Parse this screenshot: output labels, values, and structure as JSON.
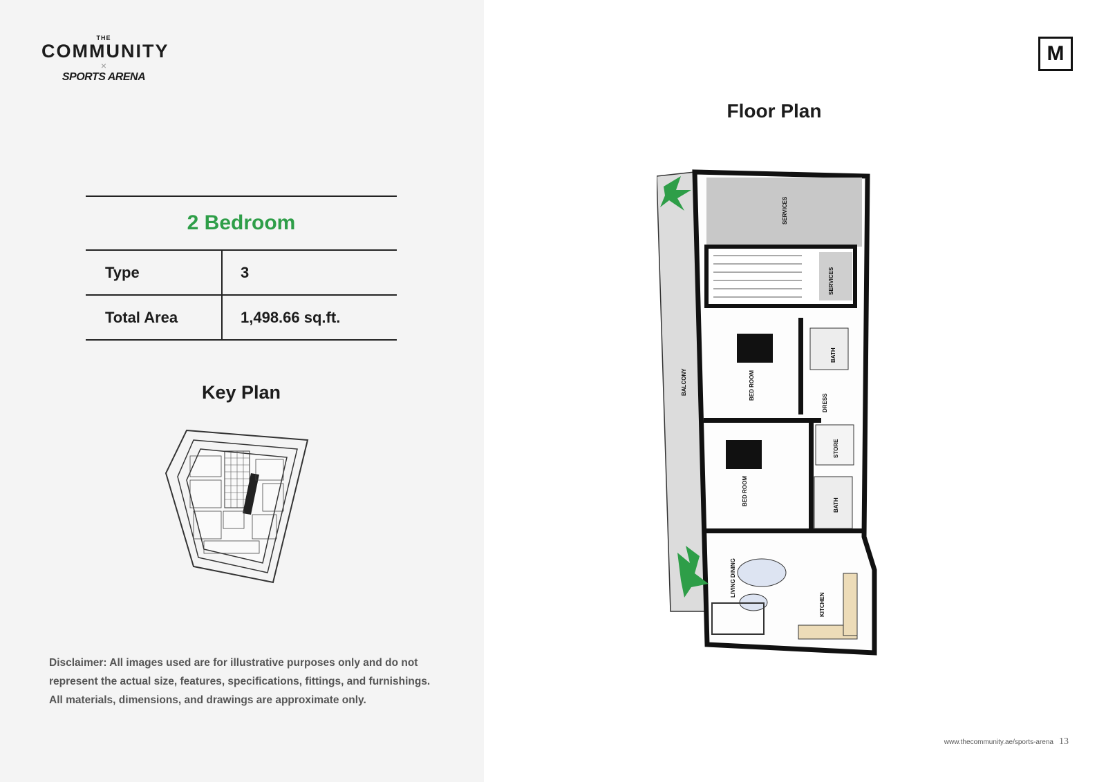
{
  "logo": {
    "the": "THE",
    "community": "COMMUNITY",
    "times": "×",
    "sports": "SPORTS ARENA"
  },
  "unit": {
    "title": "2 Bedroom",
    "rows": [
      {
        "label": "Type",
        "value": "3"
      },
      {
        "label": "Total Area",
        "value": "1,498.66 sq.ft."
      }
    ]
  },
  "key_plan": {
    "title": "Key Plan"
  },
  "floor_plan": {
    "title": "Floor Plan",
    "rooms": [
      "SERVICES",
      "SERVICES",
      "BED ROOM",
      "BATH",
      "DRESS",
      "STORE",
      "BED ROOM",
      "BATH",
      "LIVING DINING",
      "KITCHEN",
      "BALCONY"
    ]
  },
  "disclaimer": {
    "lines": [
      "Disclaimer: All images used are for illustrative purposes only and do not",
      "represent the actual size, features, specifications, fittings, and furnishings.",
      "All materials, dimensions, and drawings are approximate only."
    ]
  },
  "footer": {
    "url": "www.thecommunity.ae/sports-arena",
    "page": "13"
  },
  "brand_mark": "M",
  "colors": {
    "accent": "#2e9e48",
    "panel": "#f4f4f4"
  }
}
